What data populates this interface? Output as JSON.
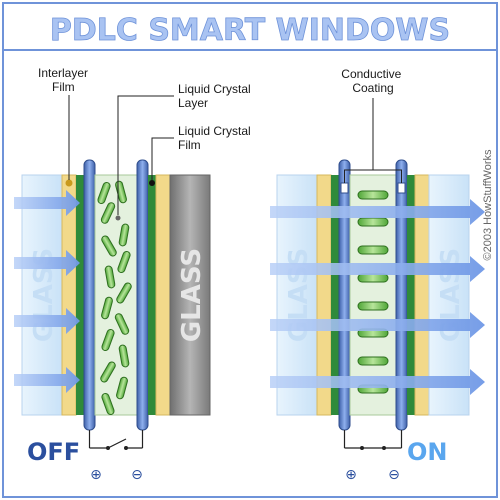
{
  "title": "PDLC SMART WINDOWS",
  "copyright": "©2003 HowStuffWorks",
  "labels": {
    "interlayer_film": [
      "Interlayer",
      "Film"
    ],
    "liquid_crystal_layer": [
      "Liquid Crystal",
      "Layer"
    ],
    "liquid_crystal_film": [
      "Liquid Crystal",
      "Film"
    ],
    "conductive_coating": [
      "Conductive",
      "Coating"
    ]
  },
  "panels": {
    "off": {
      "state_label": "OFF",
      "glass_labels": [
        "GLASS",
        "GLASS"
      ],
      "switch": "open",
      "plus_symbol": "⊕",
      "minus_symbol": "⊖"
    },
    "on": {
      "state_label": "ON",
      "glass_labels": [
        "GLASS",
        "GLASS"
      ],
      "switch": "closed",
      "plus_symbol": "⊕",
      "minus_symbol": "⊖"
    }
  },
  "colors": {
    "title_fill": "#a9c3f2",
    "glass_light": "#d6ecfb",
    "glass_dark": "#8e8e8e",
    "interlayer": "#f2d98a",
    "film": "#2f8a3a",
    "lc_layer": "#e4f1de",
    "droplet": "#6fbe4a",
    "electrode": "#5b7fc7",
    "arrow": "#7fa7e8",
    "state_label": "#2b4f9e"
  }
}
